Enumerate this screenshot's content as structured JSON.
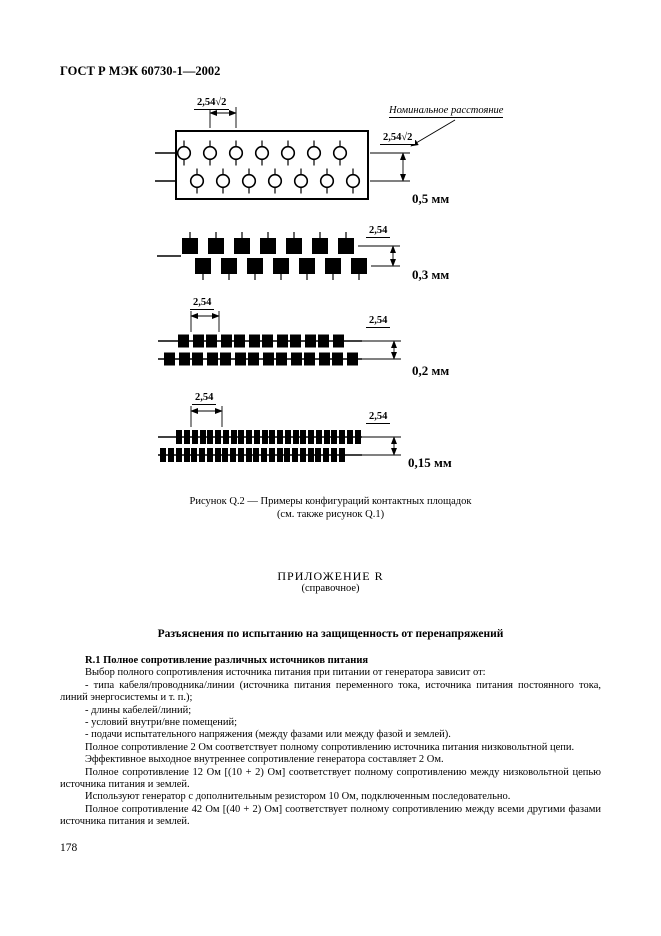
{
  "header": {
    "title": "ГОСТ Р МЭК 60730-1—2002"
  },
  "figure": {
    "nominal_label": "Номинальное расстояние",
    "d1": {
      "top_dim": "2,54√2",
      "right_dim": "2,54√2",
      "gap": "0,5 мм"
    },
    "d2": {
      "right_dim": "2,54",
      "gap": "0,3 мм"
    },
    "d3": {
      "top_dim": "2,54",
      "right_dim": "2,54",
      "gap": "0,2 мм"
    },
    "d4": {
      "top_dim": "2,54",
      "right_dim": "2,54",
      "gap": "0,15 мм"
    },
    "caption_1": "Рисунок Q.2 — Примеры конфигураций контактных площадок",
    "caption_2": "(см. также рисунок Q.1)"
  },
  "appendix": {
    "title": "ПРИЛОЖЕНИЕ R",
    "subtitle": "(справочное)",
    "heading": "Разъяснения по испытанию на защищенность от перенапряжений",
    "section": "R.1 Полное сопротивление различных источников питания",
    "paragraphs": [
      "Выбор полного сопротивления источника питания при питании от генератора зависит от:",
      "- типа кабеля/проводника/линии (источника питания переменного тока, источника питания постоянного тока, линий энергосистемы и т. п.);",
      "- длины кабелей/линий;",
      "- условий внутри/вне помещений;",
      "- подачи испытательного напряжения (между фазами или между фазой и землей).",
      "Полное сопротивление 2 Ом соответствует полному сопротивлению источника питания низковольтной цепи.",
      "Эффективное выходное внутреннее сопротивление генератора составляет 2 Ом.",
      "Полное сопротивление 12 Ом [(10 + 2) Ом] соответствует полному сопротивлению между низковольтной цепью источника питания и землей.",
      "Используют генератор с дополнительным резистором 10 Ом, подключенным последовательно.",
      "Полное сопротивление 42 Ом [(40 + 2) Ом] соответствует полному сопротивлению между всеми другими фазами источника питания и землей."
    ]
  },
  "footer": {
    "page_number": "178"
  }
}
